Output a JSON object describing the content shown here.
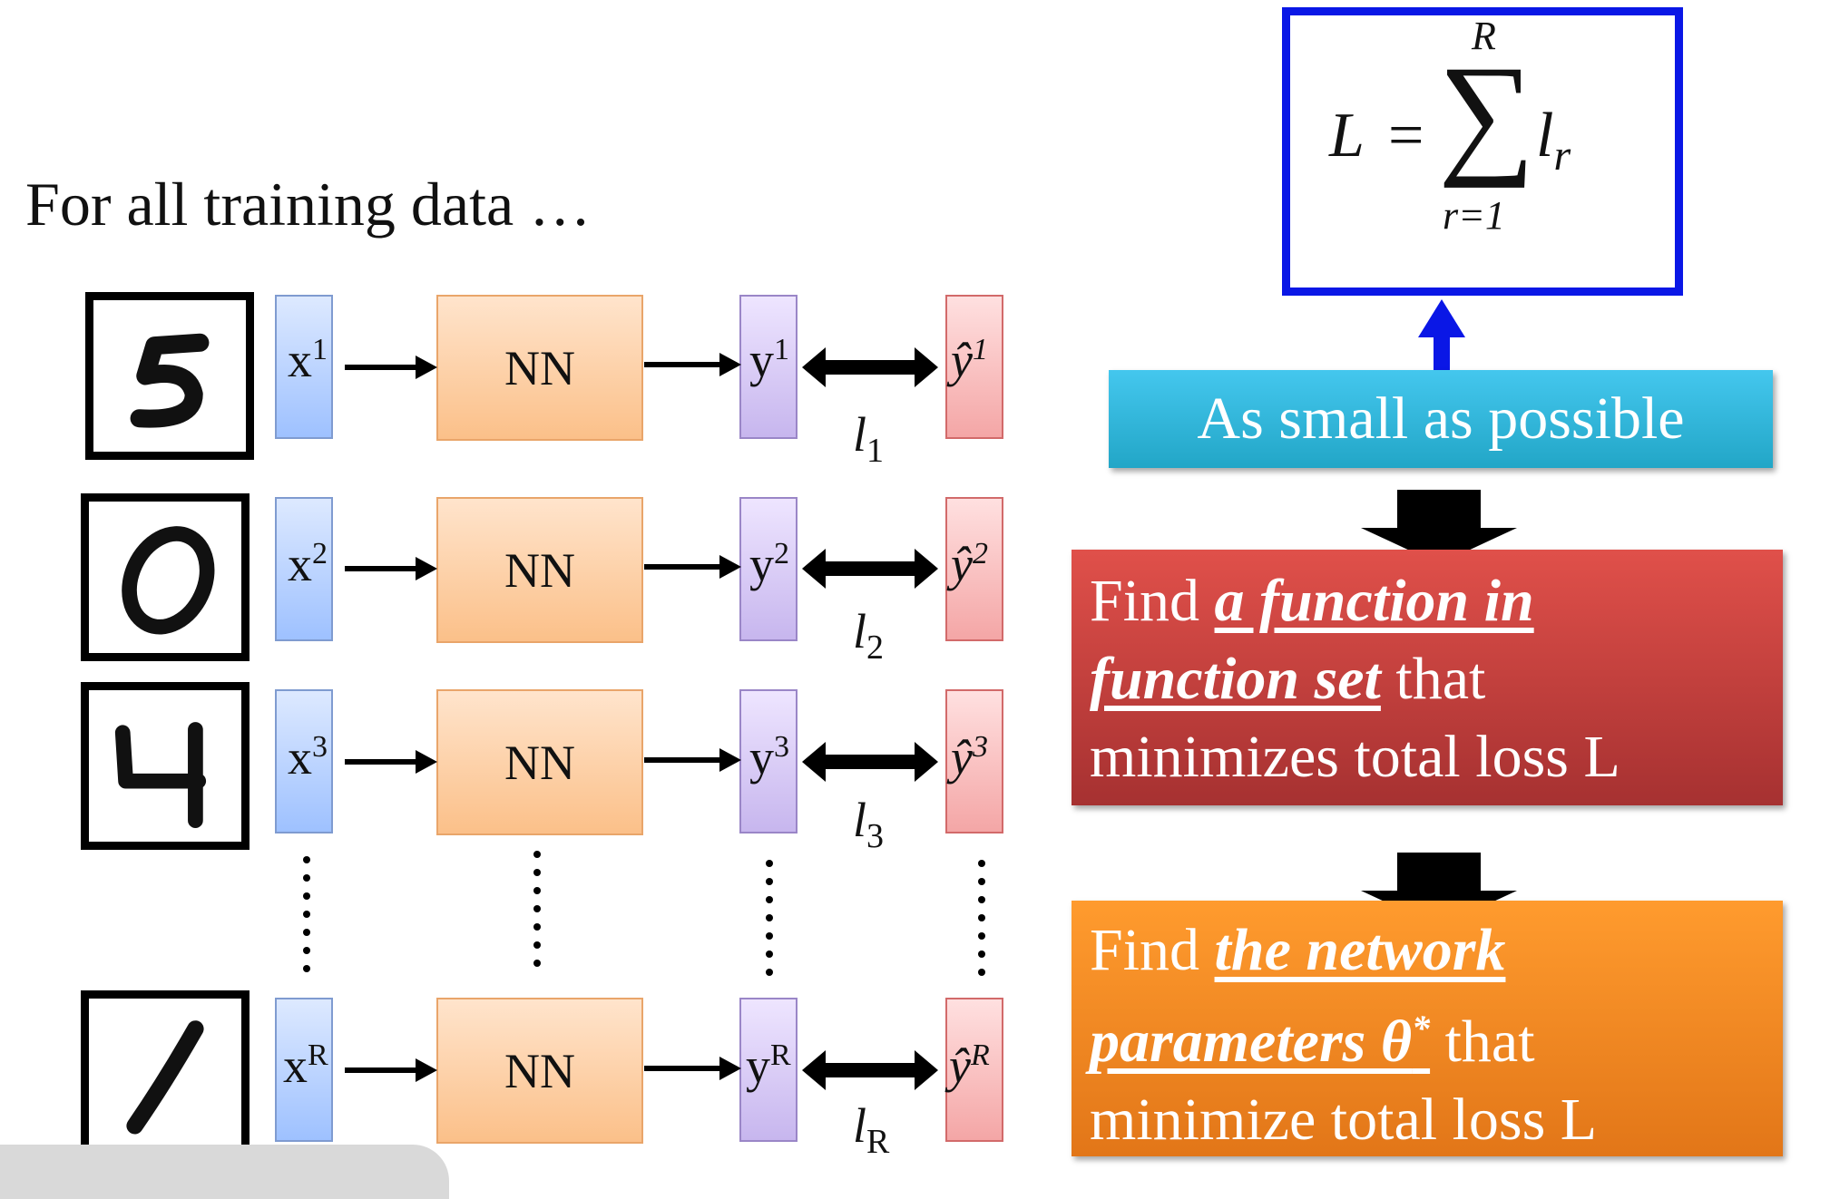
{
  "title": "For all training data …",
  "rows": [
    {
      "digit": "5",
      "x": "x",
      "sup": "1",
      "nn": "NN",
      "y": "y",
      "hat_y": "ŷ",
      "loss_sub": "1"
    },
    {
      "digit": "0",
      "x": "x",
      "sup": "2",
      "nn": "NN",
      "y": "y",
      "hat_y": "ŷ",
      "loss_sub": "2"
    },
    {
      "digit": "4",
      "x": "x",
      "sup": "3",
      "nn": "NN",
      "y": "y",
      "hat_y": "ŷ",
      "loss_sub": "3"
    },
    {
      "digit": "1",
      "x": "x",
      "sup": "R",
      "nn": "NN",
      "y": "y",
      "hat_y": "ŷ",
      "loss_sub": "R"
    }
  ],
  "loss_symbol": "l",
  "formula": {
    "lhs": "L",
    "eq": "=",
    "sum": "∑",
    "upper": "R",
    "lower": "r=1",
    "term": "l",
    "term_sub": "r"
  },
  "banners": {
    "blue": "As small as possible",
    "red": {
      "pre": "Find ",
      "emph1": "a function in",
      "emph2": "function set",
      "post1": " that",
      "line3": "minimizes total loss L"
    },
    "orange": {
      "pre": "Find ",
      "emph1": "the network",
      "emph2": "parameters θ",
      "emph2_sup": "*",
      "post1": " that",
      "line3": "minimize total loss L"
    }
  },
  "colors": {
    "formula_border": "#0a17e6",
    "up_arrow": "#0a17e6",
    "banner_blue": "#2bb3d8",
    "banner_red": "#c13f3c",
    "banner_orange": "#f28a22"
  }
}
